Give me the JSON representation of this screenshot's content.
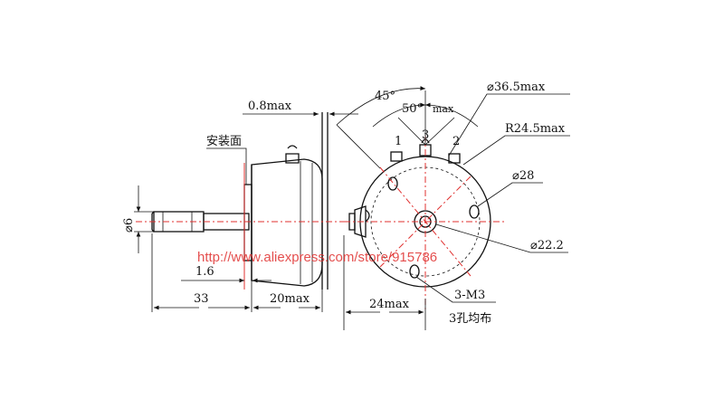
{
  "labels": {
    "mounting_surface": "安装面",
    "thickness": "0.8max",
    "angle_45": "45°",
    "angle_50": "50°",
    "max": "max",
    "dia_36_5": "⌀36.5max",
    "radius_24_5": "R24.5max",
    "dia_28": "⌀28",
    "dia_22_2": "⌀22.2",
    "shaft_dia": "⌀6",
    "dim_1_6": "1.6",
    "dim_33": "33",
    "dim_20": "20max",
    "dim_24": "24max",
    "screw": "3-M3",
    "screw_note": "3孔均布",
    "terminal_1": "1",
    "terminal_3": "3",
    "terminal_2": "2"
  },
  "watermark": "http://www.aliexpress.com/store/915786",
  "colors": {
    "line": "#111111",
    "accent": "#e0302f",
    "background": "#ffffff"
  }
}
